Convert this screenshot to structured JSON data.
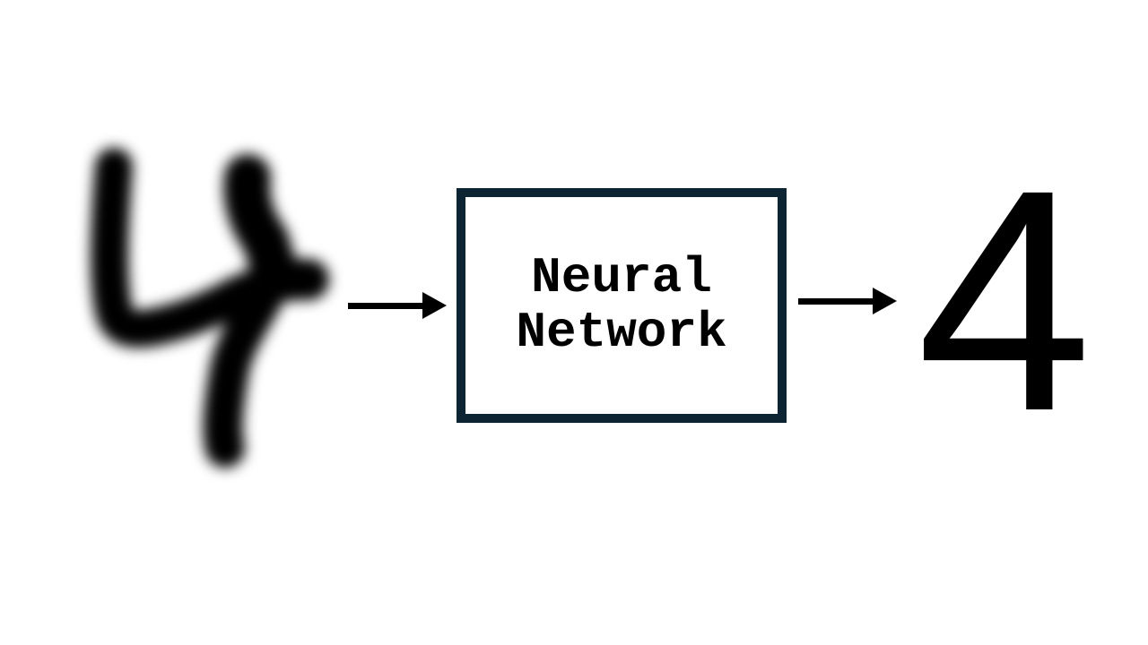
{
  "diagram": {
    "background_color": "#ffffff",
    "input": {
      "description": "blurry handwritten digit 4",
      "depicted_digit": "4",
      "color": "#000000"
    },
    "arrow_left": {
      "name": "input-to-network-arrow",
      "color": "#000000"
    },
    "processor_box": {
      "label_line1": "Neural",
      "label_line2": "Network",
      "border_color": "#0d2433",
      "fill_color": "#ffffff",
      "text_color": "#000000"
    },
    "arrow_right": {
      "name": "network-to-output-arrow",
      "color": "#000000"
    },
    "output": {
      "value": "4",
      "color": "#000000"
    }
  }
}
